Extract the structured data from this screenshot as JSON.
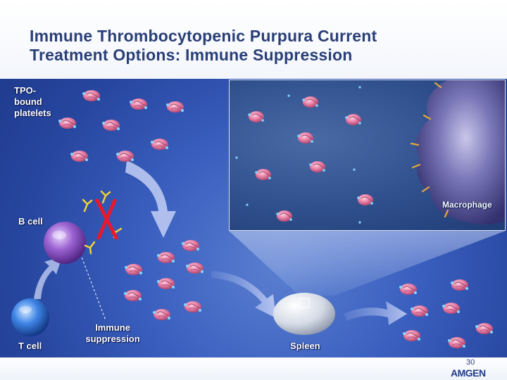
{
  "title": {
    "line1": "Immune Thrombocytopenic Purpura Current",
    "line2": "Treatment Options: Immune Suppression"
  },
  "labels": {
    "tpo_line1": "TPO-",
    "tpo_line2": "bound",
    "tpo_line3": "platelets",
    "b_cell": "B cell",
    "t_cell": "T cell",
    "immune_line1": "Immune",
    "immune_line2": "suppression",
    "spleen": "Spleen",
    "macrophage": "Macrophage",
    "blocked_mark": "X"
  },
  "footer": {
    "page_number": "30",
    "logo_text": "AMGEN"
  },
  "colors": {
    "title": "#2a3f78",
    "background": "#3a5fbf",
    "platelet": "#e87fa6",
    "x_mark": "#e8192c",
    "b_cell": "#7d4ab3",
    "t_cell": "#2d6fd0"
  }
}
